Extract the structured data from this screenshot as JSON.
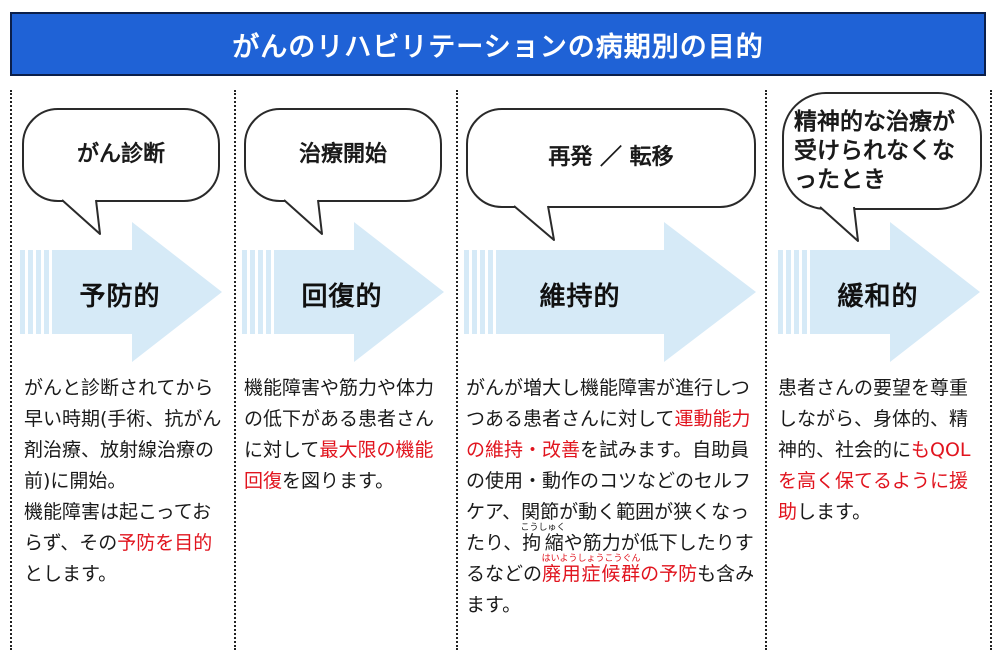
{
  "title": "がんのリハビリテーションの病期別の目的",
  "colors": {
    "title_bg": "#1f62d6",
    "arrow_fill": "#d6eaf7",
    "highlight": "#e1141e"
  },
  "phases": [
    {
      "bubble": "がん診断",
      "purpose": "予防的",
      "desc": [
        {
          "text": "がんと診断されてから早い時期(手術、抗がん剤治療、放射線治療の前)に開始。"
        },
        {
          "text": "機能障害は起こっておらず、その"
        },
        {
          "text": "予防を目的",
          "highlight": true
        },
        {
          "text": "とします。"
        }
      ]
    },
    {
      "bubble": "治療開始",
      "purpose": "回復的",
      "desc": [
        {
          "text": "機能障害や筋力や体力の低下がある患者さんに対して"
        },
        {
          "text": "最大限の機能回復",
          "highlight": true
        },
        {
          "text": "を図ります。"
        }
      ]
    },
    {
      "bubble": "再発 ／ 転移",
      "purpose": "維持的",
      "desc": [
        {
          "text": "がんが増大し機能障害が進行しつつある患者さんに対して"
        },
        {
          "text": "運動能力の維持・改善",
          "highlight": true
        },
        {
          "text": "を試みます。自助員の使用・動作のコツなどのセルフケア、関節が動く範囲が狭くなったり、"
        },
        {
          "text": "拘縮",
          "ruby": "こうしゅく"
        },
        {
          "text": "や筋力が低下したりするなどの"
        },
        {
          "text": "廃用症候群",
          "ruby": "はいようしょうこうぐん",
          "highlight": true
        },
        {
          "text": "の予防",
          "highlight": true
        },
        {
          "text": "も含みます。"
        }
      ]
    },
    {
      "bubble": "精神的な治療が受けられなくなったとき",
      "purpose": "緩和的",
      "desc": [
        {
          "text": "患者さんの要望を尊重しながら、身体的、精神的、社会的に"
        },
        {
          "text": "もQOLを高く保てるように援助",
          "highlight": true
        },
        {
          "text": "します。"
        }
      ]
    }
  ]
}
